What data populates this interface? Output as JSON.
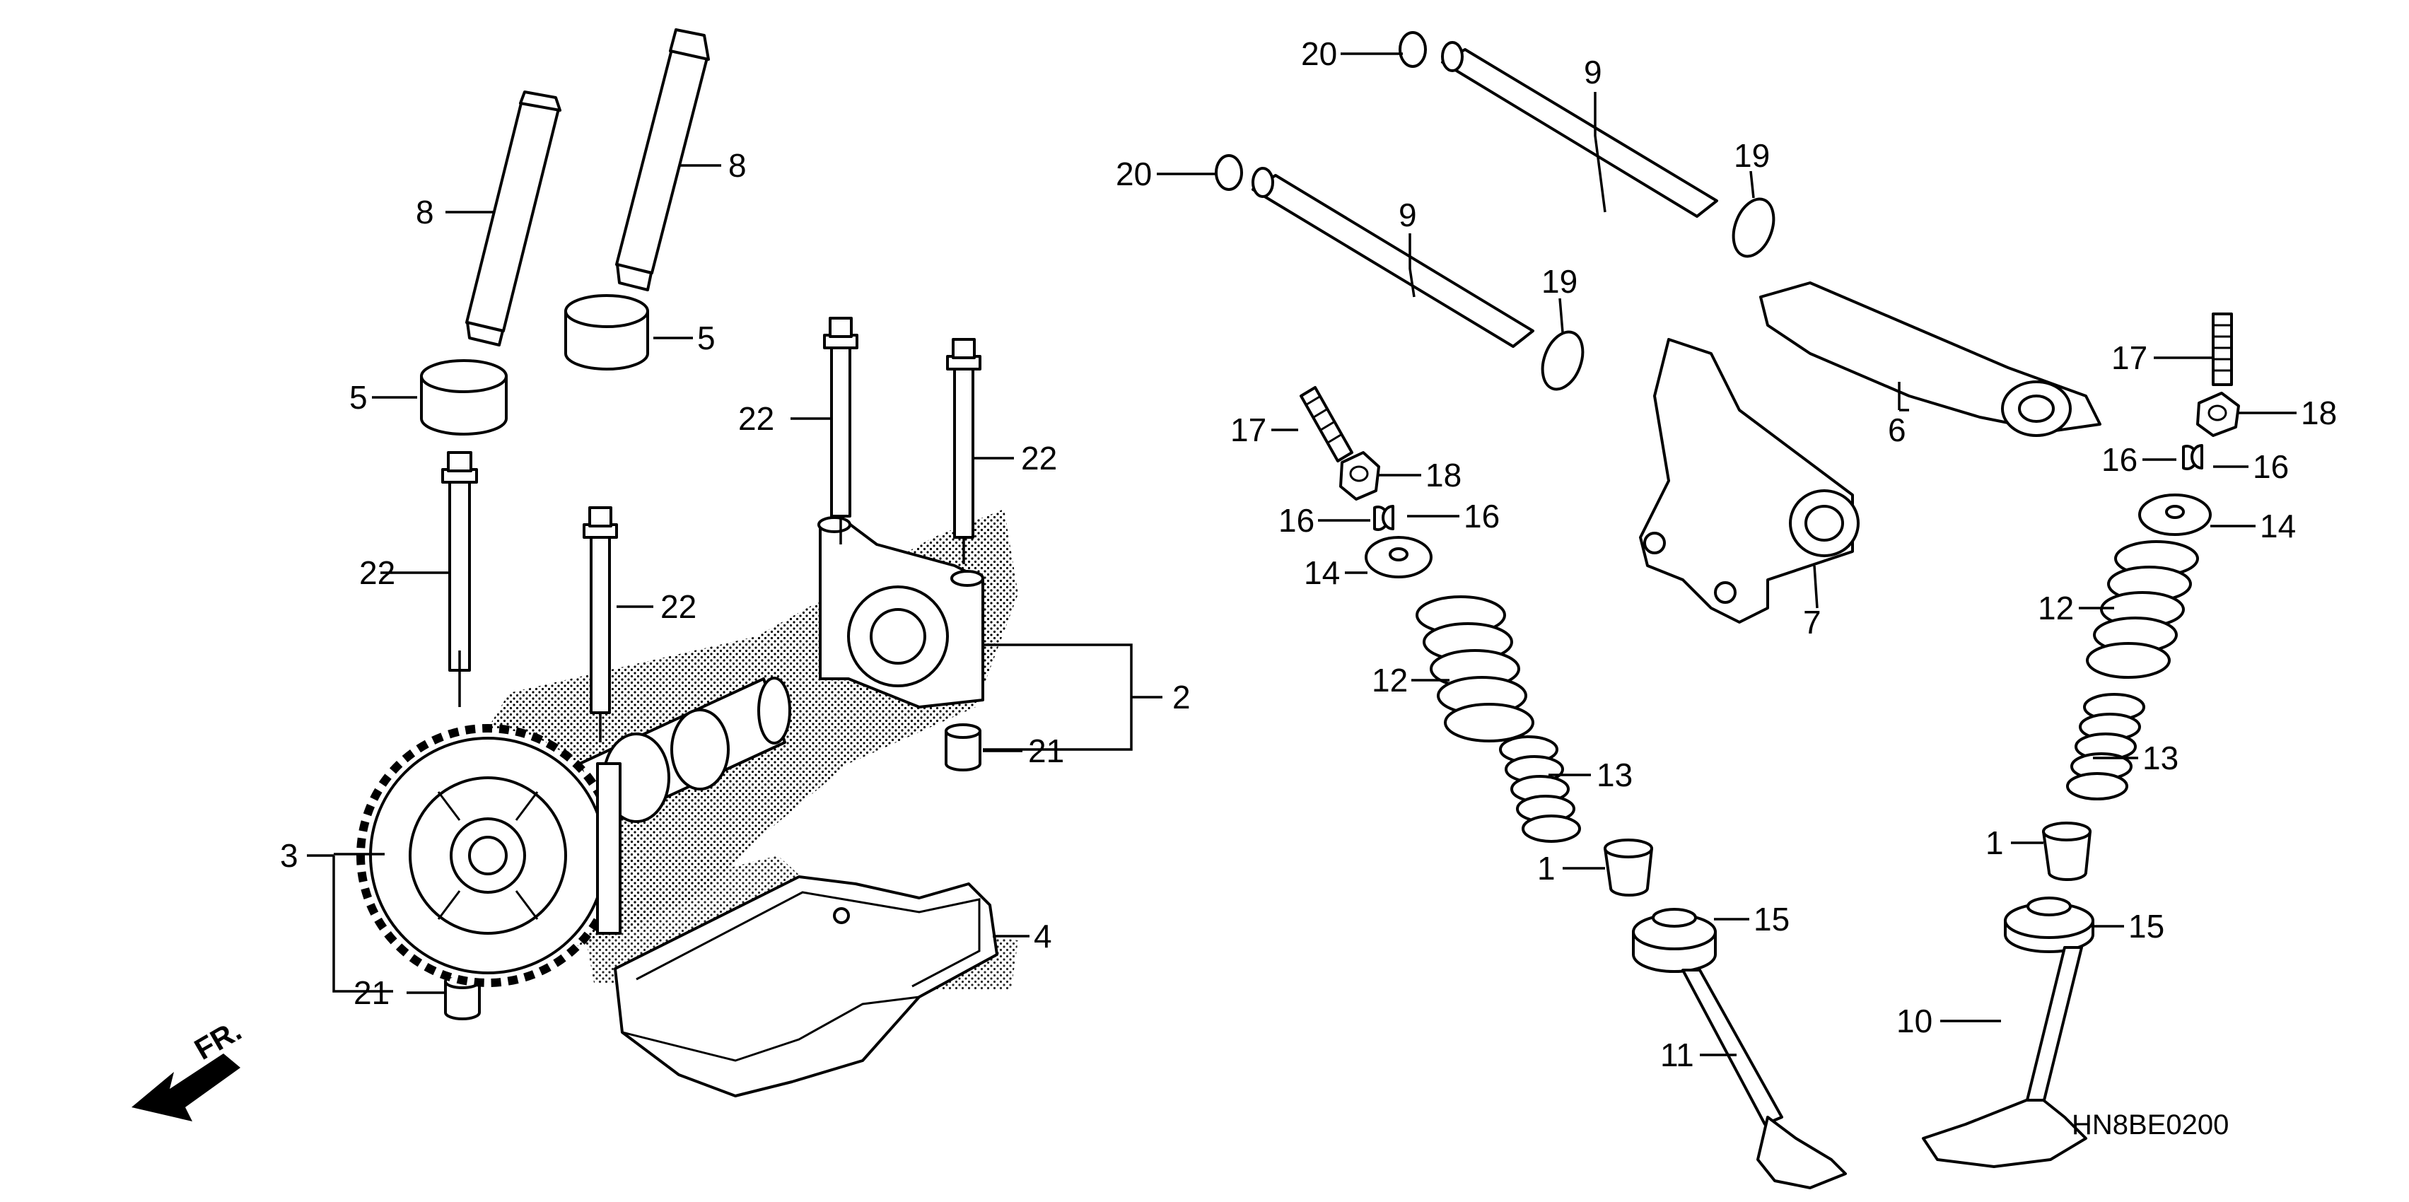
{
  "diagram": {
    "code": "HN8BE0200",
    "front_label": "FR.",
    "labels": {
      "c1a": "1",
      "c1b": "1",
      "c2": "2",
      "c3": "3",
      "c4": "4",
      "c5a": "5",
      "c5b": "5",
      "c6": "6",
      "c7": "7",
      "c8a": "8",
      "c8b": "8",
      "c9a": "9",
      "c9b": "9",
      "c10": "10",
      "c11": "11",
      "c12a": "12",
      "c12b": "12",
      "c13a": "13",
      "c13b": "13",
      "c14a": "14",
      "c14b": "14",
      "c15a": "15",
      "c15b": "15",
      "c16a": "16",
      "c16b": "16",
      "c16c": "16",
      "c16d": "16",
      "c17a": "17",
      "c17b": "17",
      "c18a": "18",
      "c18b": "18",
      "c19a": "19",
      "c19b": "19",
      "c20a": "20",
      "c20b": "20",
      "c21a": "21",
      "c21b": "21",
      "c22a": "22",
      "c22b": "22",
      "c22c": "22",
      "c22d": "22"
    }
  }
}
